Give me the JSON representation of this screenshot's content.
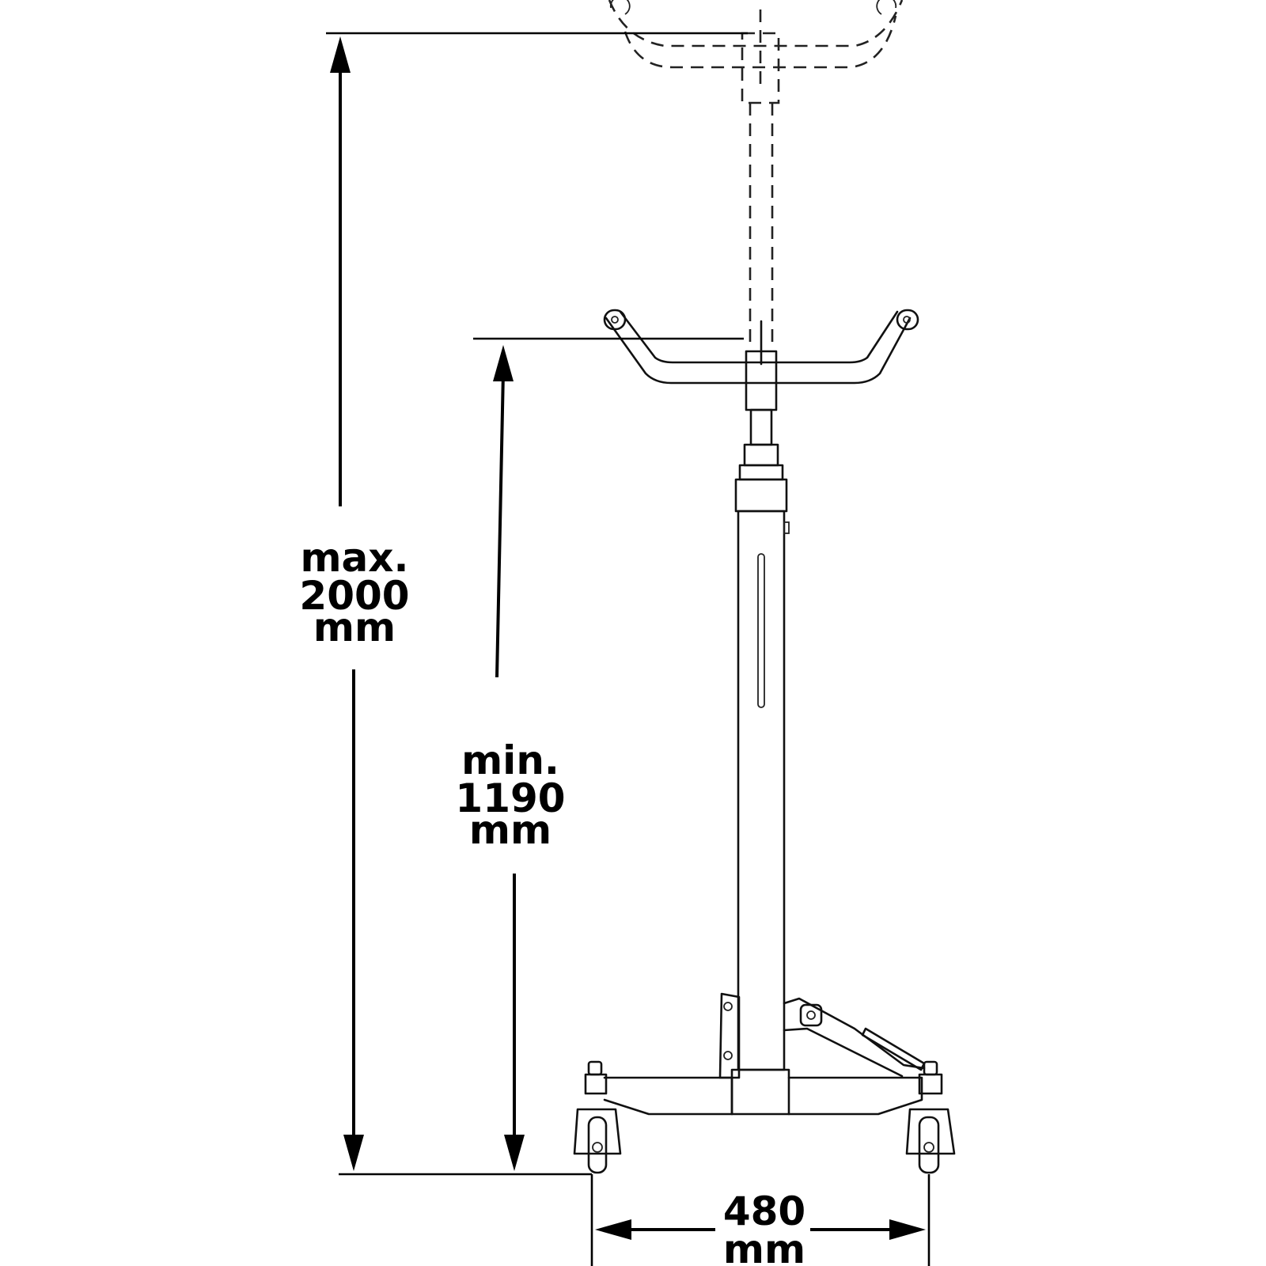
{
  "dimensions": {
    "max_height": {
      "line1": "max.",
      "line2": "2000",
      "line3": "mm"
    },
    "min_height": {
      "line1": "min.",
      "line2": "1190",
      "line3": "mm"
    },
    "base_width": {
      "line1": "480",
      "line2": "mm"
    }
  },
  "colors": {
    "line": "#111111",
    "background": "#ffffff"
  }
}
